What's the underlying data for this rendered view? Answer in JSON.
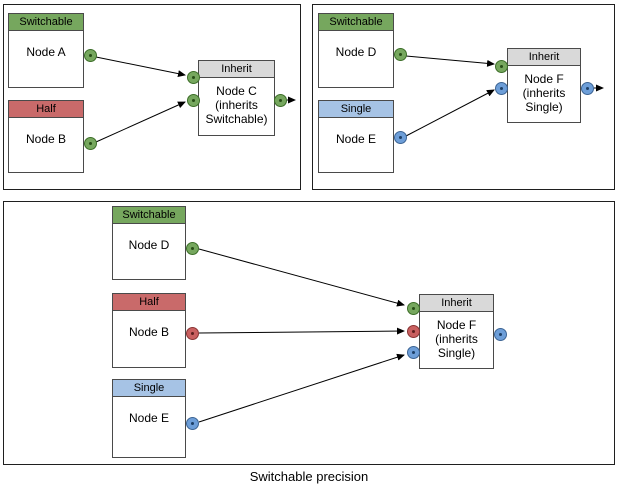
{
  "caption": "Switchable precision",
  "palette": {
    "switchable_green": "#76a75e",
    "half_red": "#c96a6a",
    "single_blue_header": "#a6c3e5",
    "single_blue_port": "#6d9ed8",
    "inherit_gray": "#d9d9d9",
    "edge_black": "#000000"
  },
  "panels": [
    {
      "id": "top-left",
      "nodes": [
        {
          "header": "Switchable",
          "title": "Node A",
          "out_port": "switchable"
        },
        {
          "header": "Half",
          "title": "Node B",
          "out_port": "switchable"
        },
        {
          "header": "Inherit",
          "lines": [
            "Node C",
            "(inherits",
            "Switchable)"
          ],
          "in_ports": [
            "switchable",
            "switchable"
          ],
          "out_port": "switchable"
        }
      ]
    },
    {
      "id": "top-right",
      "nodes": [
        {
          "header": "Switchable",
          "title": "Node D",
          "out_port": "switchable"
        },
        {
          "header": "Single",
          "title": "Node E",
          "out_port": "single"
        },
        {
          "header": "Inherit",
          "lines": [
            "Node F",
            "(inherits",
            "Single)"
          ],
          "in_ports": [
            "switchable",
            "single"
          ],
          "out_port": "single"
        }
      ]
    },
    {
      "id": "bottom",
      "nodes": [
        {
          "header": "Switchable",
          "title": "Node D",
          "out_port": "switchable"
        },
        {
          "header": "Half",
          "title": "Node B",
          "out_port": "half"
        },
        {
          "header": "Single",
          "title": "Node E",
          "out_port": "single"
        },
        {
          "header": "Inherit",
          "lines": [
            "Node F",
            "(inherits",
            "Single)"
          ],
          "in_ports": [
            "switchable",
            "half",
            "single"
          ],
          "out_port": "single"
        }
      ]
    }
  ]
}
